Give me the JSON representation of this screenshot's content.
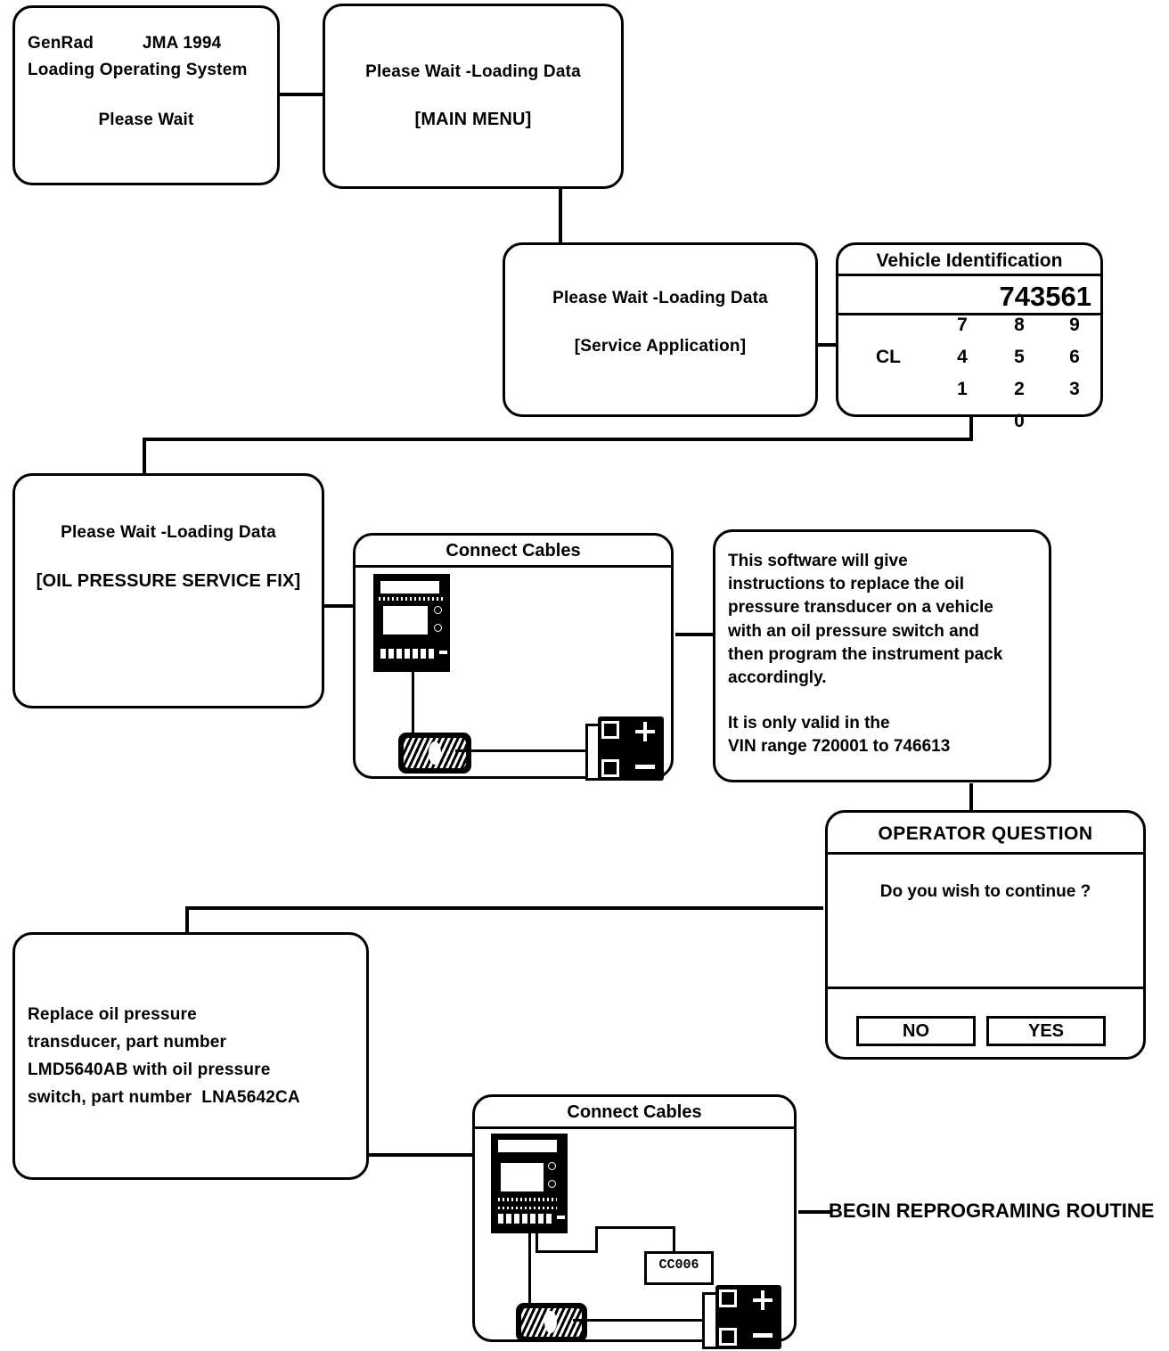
{
  "diagram": {
    "title": "GenRad JMA 1994 Oil Pressure Service Fix flow",
    "ink_color": "#000000",
    "background_color": "#ffffff"
  },
  "screens": {
    "boot": {
      "line1": "GenRad          JMA 1994",
      "line2": "Loading Operating System",
      "line3": "Please Wait"
    },
    "main_menu": {
      "line1": "Please Wait -Loading Data",
      "line2": "[MAIN MENU]"
    },
    "service_application": {
      "line1": "Please Wait -Loading Data",
      "line2": "[Service Application]"
    },
    "vehicle_id": {
      "title": "Vehicle Identification",
      "value": "743561",
      "clear_label": "CL",
      "keys": [
        "7",
        "8",
        "9",
        "4",
        "5",
        "6",
        "1",
        "2",
        "3",
        "0"
      ]
    },
    "oil_pressure_fix": {
      "line1": "Please Wait -Loading Data",
      "line2": "[OIL PRESSURE SERVICE FIX]"
    },
    "connect_cables_1": {
      "title": "Connect Cables"
    },
    "info": {
      "paragraph1": "This software will give\ninstructions to replace the oil\npressure transducer on a vehicle\nwith an oil pressure switch and\nthen program the instrument pack\naccordingly.",
      "paragraph2": "It is only valid in the\nVIN range 720001 to 746613"
    },
    "operator_question": {
      "title": "OPERATOR QUESTION",
      "question": "Do you wish to continue  ?",
      "button_no": "NO",
      "button_yes": "YES"
    },
    "replace_instruction": {
      "line1": "Replace oil pressure",
      "line2": "transducer, part number",
      "line3": "LMD5640AB with oil pressure",
      "line4": "switch, part number  LNA5642CA"
    },
    "connect_cables_2": {
      "title": "Connect Cables",
      "module_label": "CC006"
    }
  },
  "flow": {
    "end_label": "BEGIN REPROGRAMING ROUTINE"
  }
}
